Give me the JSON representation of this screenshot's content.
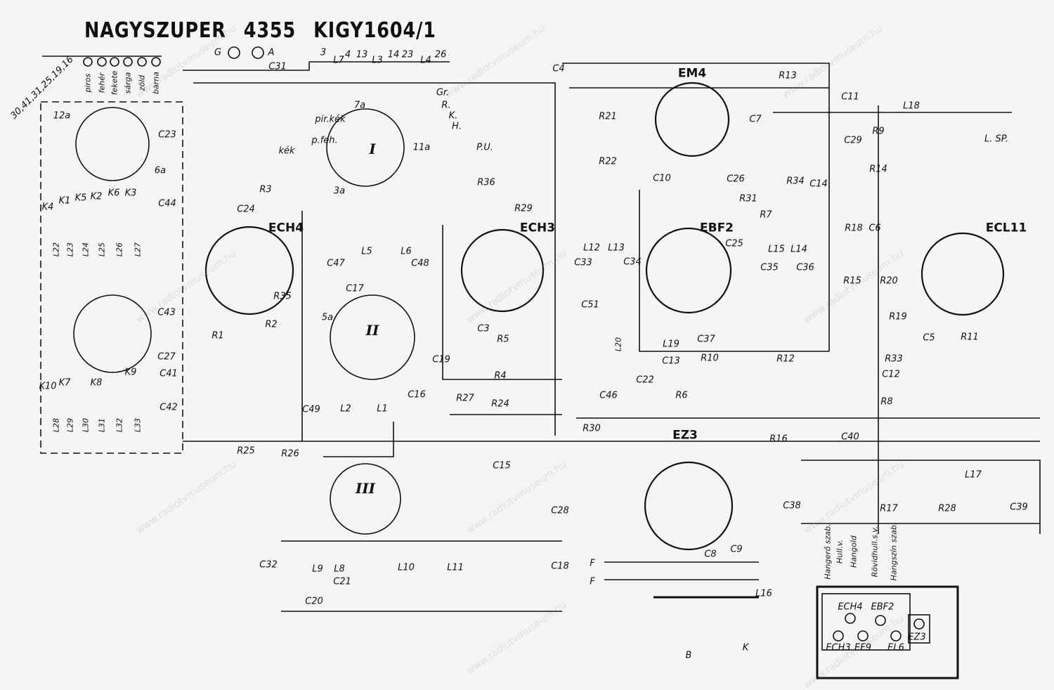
{
  "title": "NAGYSZUPER 4355 KIGY1604/1",
  "watermark": "www.radiotvmuseum.hu",
  "band_label": "30,41,31,25,19,16",
  "lamps": [
    "piros",
    "fehér",
    "fekete",
    "sárga",
    "zöld",
    "barna"
  ],
  "tubes": {
    "EM4": "EM4",
    "ECH4": "ECH4",
    "ECH3": "ECH3",
    "EBF2": "EBF2",
    "ECL11": "ECL11",
    "EZ3": "EZ3"
  },
  "switches": {
    "I": "I",
    "II": "II",
    "III": "III"
  },
  "labels": {
    "G": "G",
    "A": "A",
    "C31": "C31",
    "L7": "L7",
    "L3": "L3",
    "L4": "L4",
    "n3": "3",
    "n4": "4",
    "n13": "13",
    "n14": "14",
    "n23": "23",
    "n26": "26",
    "Gr": "Gr.",
    "Rr": "R.",
    "Kk": "K.",
    "Hh": "H.",
    "PU": "P.U.",
    "LSP": "L. SP.",
    "pirkek": "pir.kék",
    "pfeh": "p.feh.",
    "kek": "kék",
    "R1": "R1",
    "R2": "R2",
    "R3": "R3",
    "R4": "R4",
    "R5": "R5",
    "R6": "R6",
    "R7": "R7",
    "R8": "R8",
    "R9": "R9",
    "R10": "R10",
    "R11": "R11",
    "R12": "R12",
    "R13": "R13",
    "R14": "R14",
    "R15": "R15",
    "R16": "R16",
    "R17": "R17",
    "R18": "R18",
    "R19": "R19",
    "R20": "R20",
    "R21": "R21",
    "R22": "R22",
    "R24": "R24",
    "R25": "R25",
    "R26": "R26",
    "R27": "R27",
    "R28": "R28",
    "R29": "R29",
    "R30": "R30",
    "R31": "R31",
    "R33": "R33",
    "R34": "R34",
    "R35": "R35",
    "R36": "R36",
    "C3": "C3",
    "C4": "C4",
    "C5": "C5",
    "C6": "C6",
    "C7": "C7",
    "C8": "C8",
    "C9": "C9",
    "C10": "C10",
    "C11": "C11",
    "C12": "C12",
    "C13": "C13",
    "C14": "C14",
    "C15": "C15",
    "C16": "C16",
    "C17": "C17",
    "C18": "C18",
    "C19": "C19",
    "C20": "C20",
    "C21": "C21",
    "C22": "C22",
    "C23": "C23",
    "C24": "C24",
    "C25": "C25",
    "C26": "C26",
    "C27": "C27",
    "C28": "C28",
    "C29": "C29",
    "C32": "C32",
    "C33": "C33",
    "C34": "C34",
    "C35": "C35",
    "C36": "C36",
    "C37": "C37",
    "C38": "C38",
    "C39": "C39",
    "C40": "C40",
    "C41": "C41",
    "C42": "C42",
    "C43": "C43",
    "C44": "C44",
    "C46": "C46",
    "C47": "C47",
    "C48": "C48",
    "C49": "C49",
    "C51": "C51",
    "L1": "L1",
    "L2": "L2",
    "L5": "L5",
    "L6": "L6",
    "L8": "L8",
    "L9": "L9",
    "L10": "L10",
    "L11": "L11",
    "L12": "L12",
    "L13": "L13",
    "L14": "L14",
    "L15": "L15",
    "L16": "L16",
    "L17": "L17",
    "L18": "L18",
    "L19": "L19",
    "L20": "L20",
    "L22": "L22",
    "L23": "L23",
    "L24": "L24",
    "L25": "L25",
    "L26": "L26",
    "L27": "L27",
    "L28": "L28",
    "L29": "L29",
    "L30": "L30",
    "L31": "L31",
    "L32": "L32",
    "L33": "L33",
    "K1": "K1",
    "K2": "K2",
    "K3": "K3",
    "K4": "K4",
    "K5": "K5",
    "K6": "K6",
    "K7": "K7",
    "K8": "K8",
    "K9": "K9",
    "K10": "K10",
    "F1": "F",
    "F2": "F",
    "B": "B",
    "K": "K",
    "n12a": "12a",
    "n6a": "6a",
    "n11a": "11a",
    "n3a": "3a",
    "n7a": "7a",
    "n5a": "5a"
  },
  "chassis": {
    "controls": [
      "Hangerő szab.",
      "Hull.v.",
      "Hangold",
      "Rövidhull.s.v.",
      "Hangszín szab."
    ],
    "tubes": [
      "ECH4",
      "EBF2",
      "ECH3",
      "EF9",
      "EL6",
      "EZ3"
    ]
  }
}
